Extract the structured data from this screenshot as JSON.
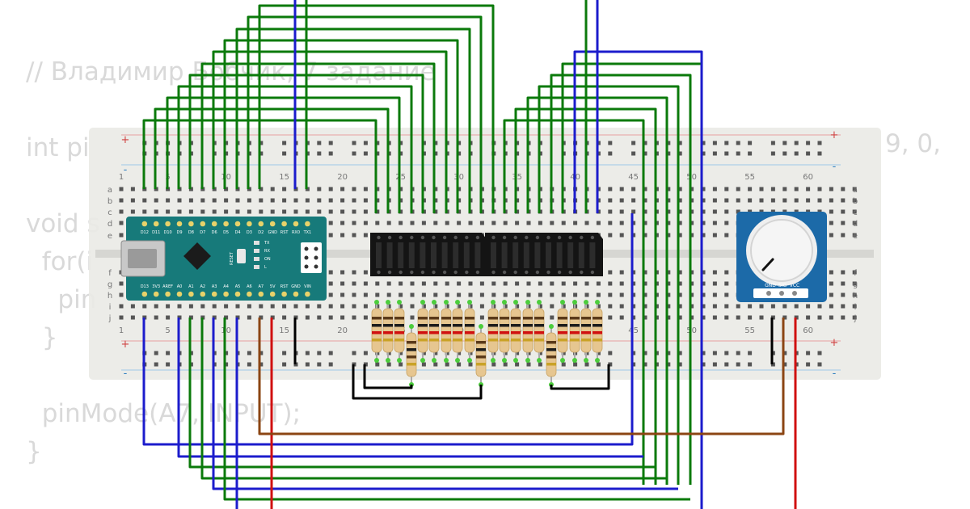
{
  "code": {
    "lines": [
      "// Владимир Бобчик, 7 задание",
      "",
      "int pi",
      "",
      "void s",
      "  for(i",
      "    pin",
      "  }",
      "",
      "  pinMode(A7, INPUT);",
      "}"
    ],
    "line_right": "9, 0,"
  },
  "breadboard": {
    "column_numbers": [
      "1",
      "5",
      "10",
      "15",
      "20",
      "25",
      "30",
      "35",
      "40",
      "45",
      "50",
      "55",
      "60"
    ],
    "row_letters_top": [
      "a",
      "b",
      "c",
      "d",
      "e"
    ],
    "row_letters_bottom": [
      "f",
      "g",
      "h",
      "i",
      "j"
    ],
    "rail_plus": "+",
    "rail_minus": "-"
  },
  "arduino": {
    "top_pins": [
      "D12",
      "D11",
      "D10",
      "D9",
      "D8",
      "D7",
      "D6",
      "D5",
      "D4",
      "D3",
      "D2",
      "GND",
      "RST",
      "RX0",
      "TX1"
    ],
    "bottom_pins": [
      "D13",
      "3V3",
      "AREF",
      "A0",
      "A1",
      "A2",
      "A3",
      "A4",
      "A5",
      "A6",
      "A7",
      "5V",
      "RST",
      "GND",
      "VIN"
    ],
    "led_labels": [
      "TX",
      "RX",
      "ON",
      "L"
    ],
    "reset_label": "RESET"
  },
  "potentiometer": {
    "pin_labels": [
      "GND",
      "SIG",
      "VCC"
    ]
  },
  "colors": {
    "wire_green": "#0b7a0b",
    "wire_blue": "#1c1ccc",
    "wire_red": "#d01010",
    "wire_brown": "#8b4513",
    "wire_black": "#000000",
    "arduino": "#177a7a",
    "pot_board": "#1c6aa8"
  }
}
